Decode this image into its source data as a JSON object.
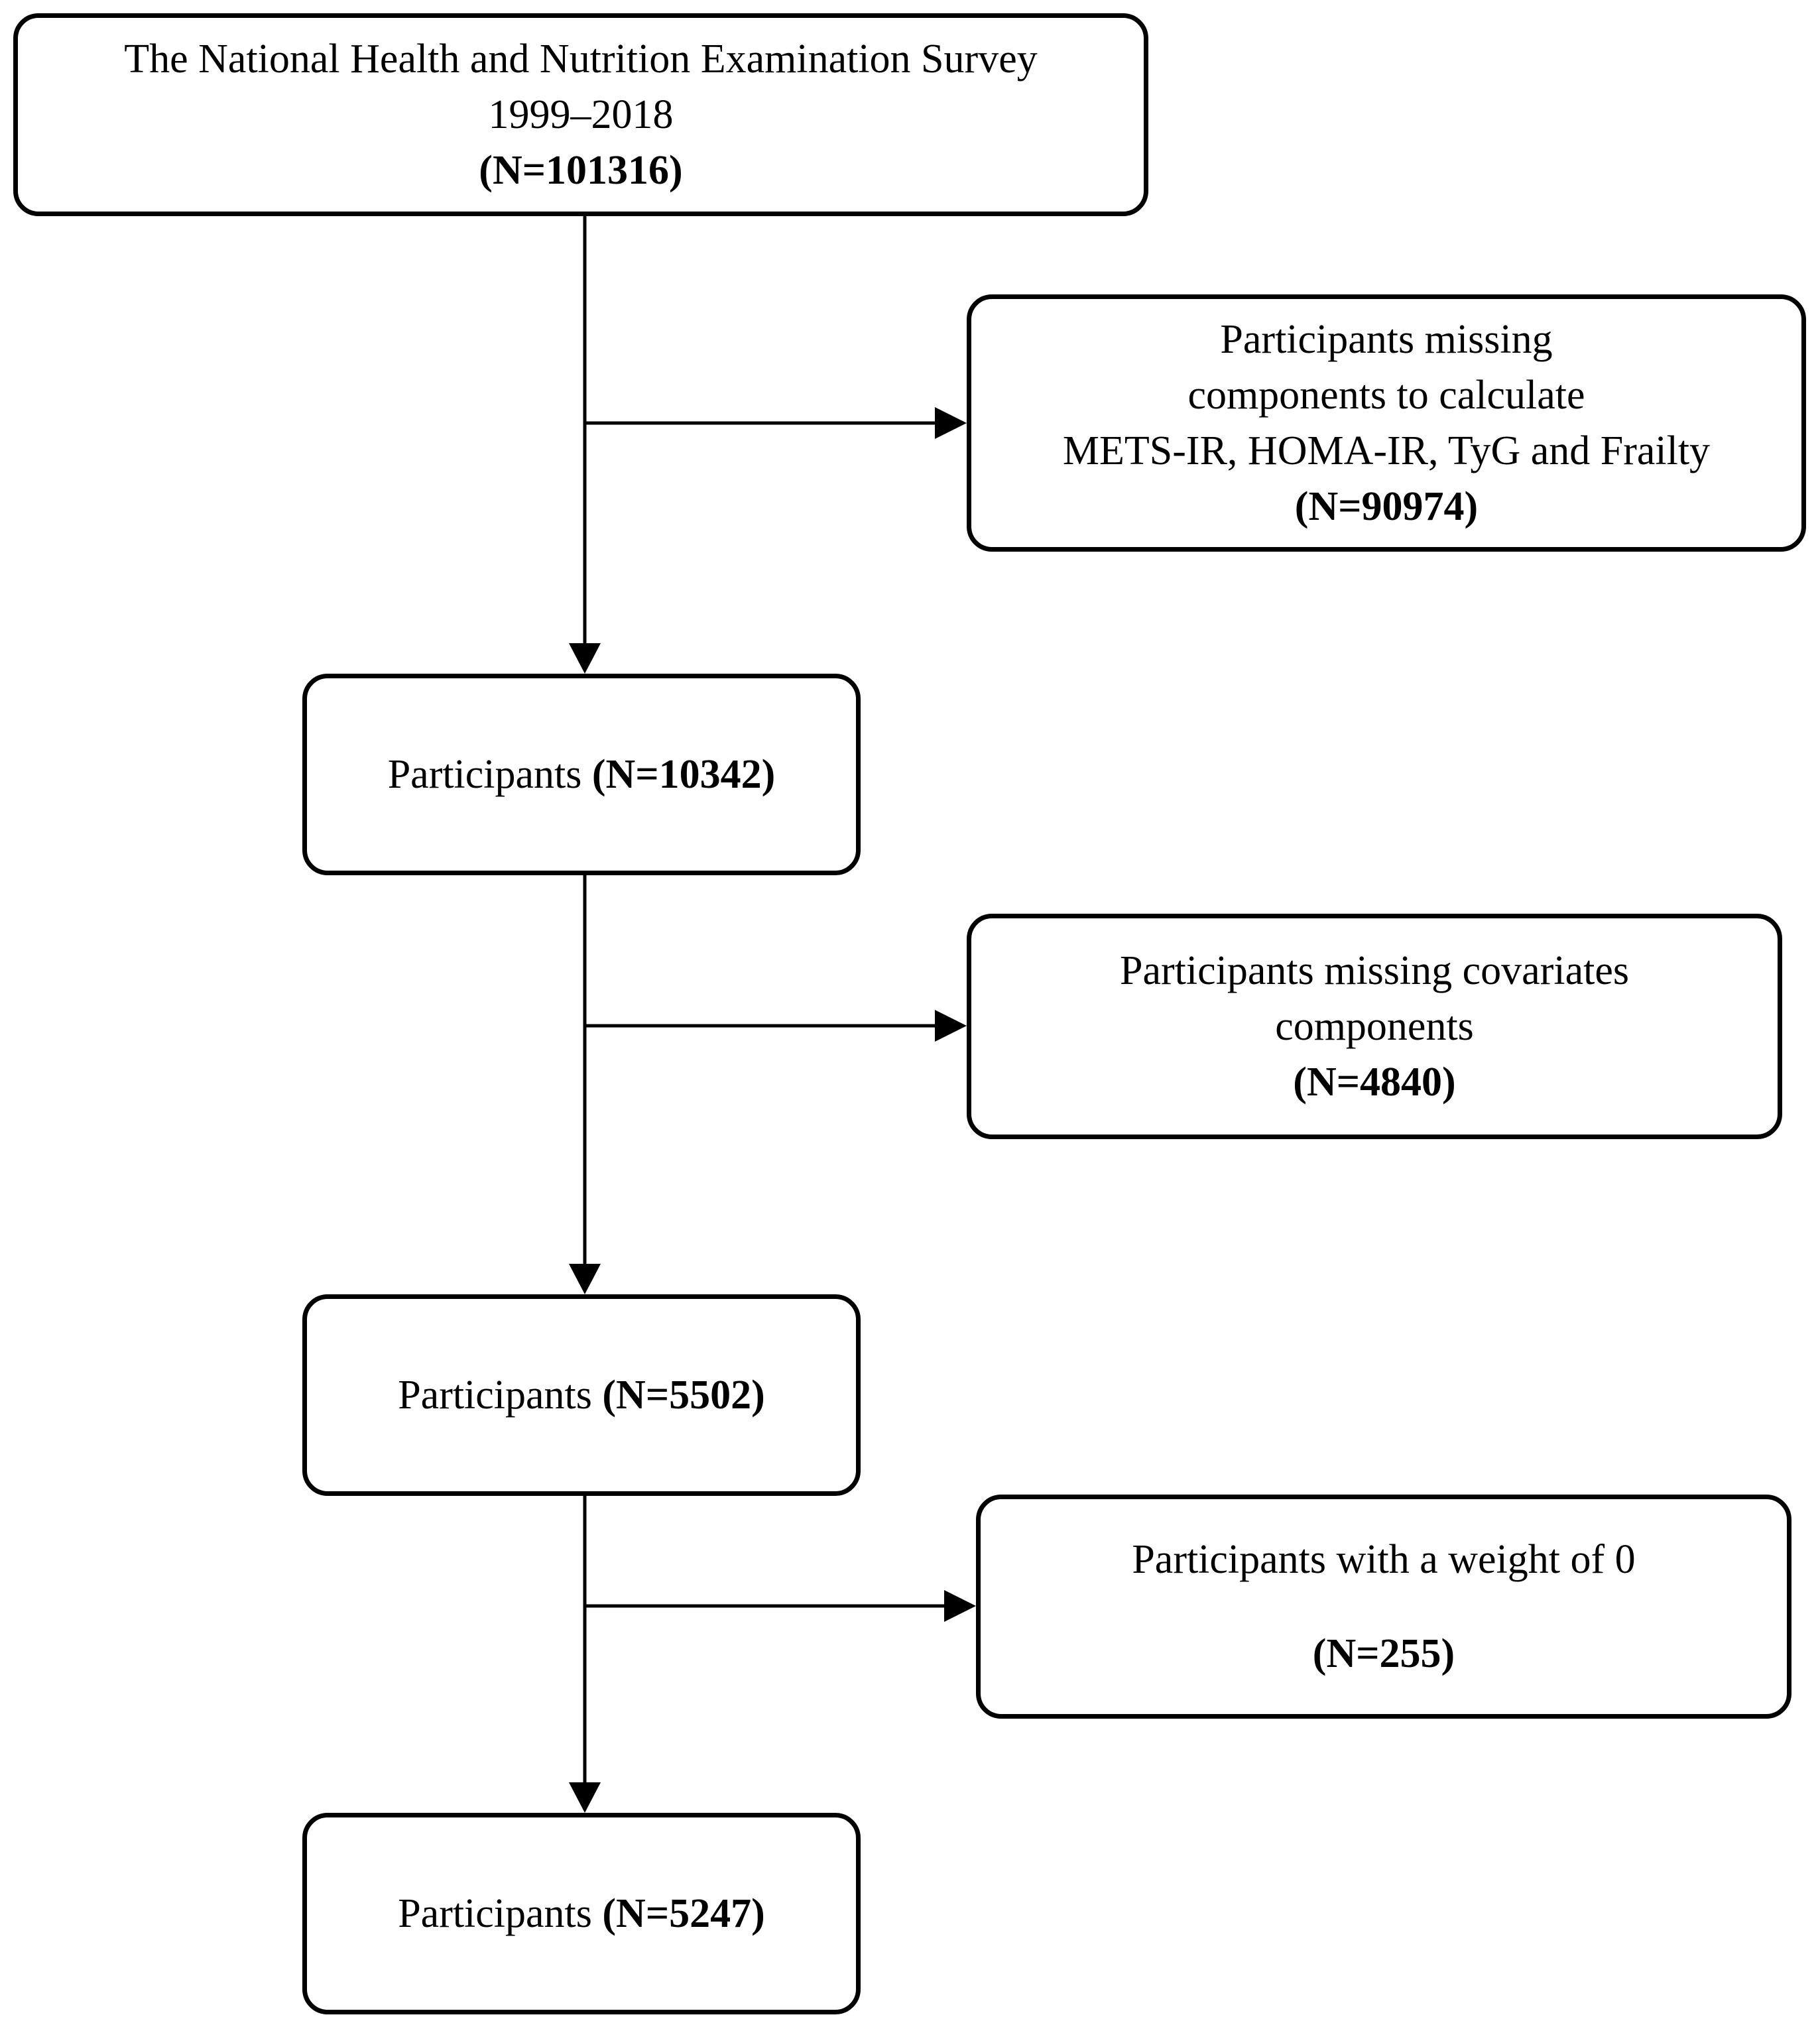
{
  "boxes": {
    "survey": {
      "line1": "The National Health and Nutrition Examination Survey",
      "line2": "1999–2018",
      "count": "(N=101316)"
    },
    "exclude1": {
      "line1": "Participants missing",
      "line2": "components to calculate",
      "line3": "METS-IR, HOMA-IR, TyG and Frailty",
      "count": "(N=90974)"
    },
    "participants1": {
      "label": "Participants ",
      "count": "(N=10342)"
    },
    "exclude2": {
      "line1": "Participants missing covariates",
      "line2": "components",
      "count": "(N=4840)"
    },
    "participants2": {
      "label": "Participants ",
      "count": "(N=5502)"
    },
    "exclude3": {
      "line1": "Participants with a weight of 0",
      "count": "(N=255)"
    },
    "participants3": {
      "label": "Participants ",
      "count": "(N=5247)"
    }
  }
}
